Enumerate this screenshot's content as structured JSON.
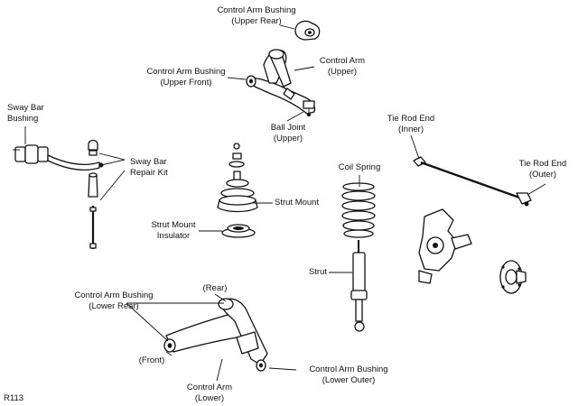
{
  "labels": {
    "control_arm_bushing_upper_rear": [
      "Control Arm Bushing",
      "(Upper Rear)"
    ],
    "control_arm_upper": [
      "Control Arm",
      "(Upper)"
    ],
    "control_arm_bushing_upper_front": [
      "Control Arm Bushing",
      "(Upper Front)"
    ],
    "ball_joint_upper": [
      "Ball Joint",
      "(Upper)"
    ],
    "sway_bar_bushing": [
      "Sway Bar",
      "Bushing"
    ],
    "sway_bar_repair_kit": [
      "Sway Bar",
      "Repair Kit"
    ],
    "tie_rod_end_inner": [
      "Tie Rod End",
      "(Inner)"
    ],
    "tie_rod_end_outer": [
      "Tie Rod End",
      "(Outer)"
    ],
    "coil_spring": "Coil Spring",
    "strut_mount": "Strut Mount",
    "strut_mount_insulator": [
      "Strut Mount",
      "Insulator"
    ],
    "strut": "Strut",
    "control_arm_bushing_lower_rear": [
      "Control Arm Bushing",
      "(Lower Rear)"
    ],
    "rear": "(Rear)",
    "front": "(Front)",
    "control_arm_lower": [
      "Control Arm",
      "(Lower)"
    ],
    "control_arm_bushing_lower_outer": [
      "Control Arm Bushing",
      "(Lower Outer)"
    ],
    "figure_code": "R113"
  }
}
